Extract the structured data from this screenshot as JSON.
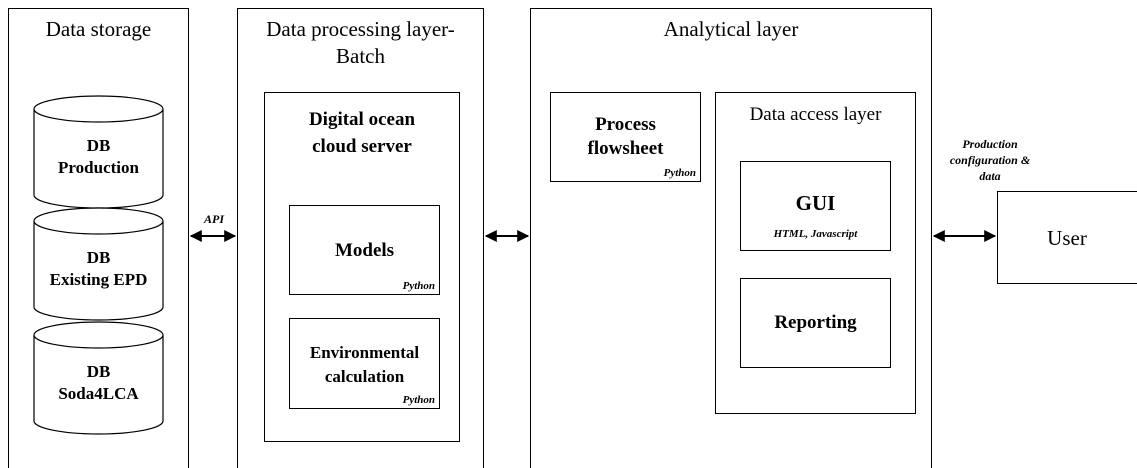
{
  "columns": {
    "storage": {
      "title": "Data storage"
    },
    "processing": {
      "title_line1": "Data processing layer-",
      "title_line2": "Batch"
    },
    "analytical": {
      "title": "Analytical layer"
    }
  },
  "databases": [
    {
      "line1": "DB",
      "line2": "Production"
    },
    {
      "line1": "DB",
      "line2": "Existing EPD"
    },
    {
      "line1": "DB",
      "line2": "Soda4LCA"
    }
  ],
  "server": {
    "title_line1": "Digital ocean",
    "title_line2": "cloud server",
    "models": {
      "title": "Models",
      "tag": "Python"
    },
    "environmental": {
      "title_line1": "Environmental",
      "title_line2": "calculation",
      "tag": "Python"
    }
  },
  "process": {
    "title_line1": "Process",
    "title_line2": "flowsheet",
    "tag": "Python"
  },
  "access": {
    "title": "Data access layer",
    "gui": {
      "title": "GUI",
      "tag": "HTML, Javascript"
    },
    "reporting": {
      "title": "Reporting"
    }
  },
  "connections": {
    "api_label": "API",
    "user_label_line1": "Production",
    "user_label_line2": "configuration &",
    "user_label_line3": "data"
  },
  "user": {
    "label": "User"
  }
}
